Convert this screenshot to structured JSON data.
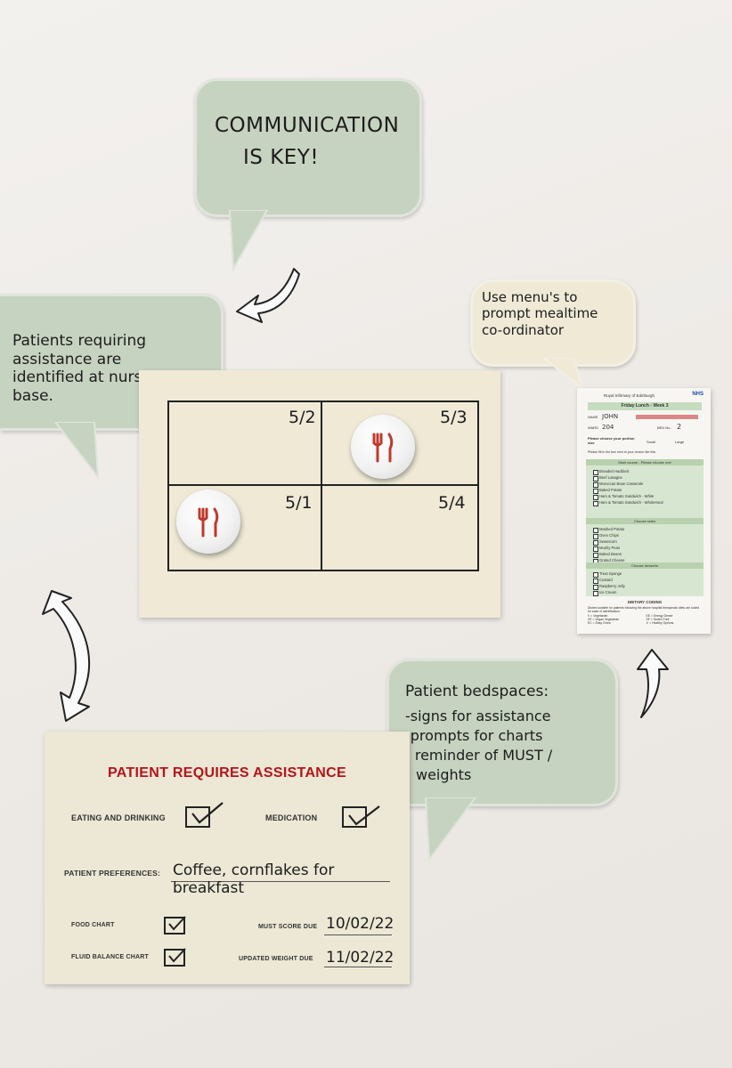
{
  "bubble_top": {
    "line1": "COMMUNICATION",
    "line2": "IS KEY!"
  },
  "bubble_left": {
    "text": "Patients requiring\nassistance are\nidentified at nurses\nbase."
  },
  "bubble_menu": {
    "text": "Use menu's to\nprompt mealtime\nco-ordinator"
  },
  "bubble_bedspace": {
    "title": "Patient bedspaces:",
    "items": [
      "-signs for assistance",
      "-prompts for charts",
      "- reminder of MUST /",
      "weights"
    ]
  },
  "bed_board": {
    "beds": [
      "5/2",
      "5/3",
      "5/1",
      "5/4"
    ]
  },
  "menu_card": {
    "header": "Royal Infirmary of Edinburgh",
    "logo": "NHS",
    "title": "Friday Lunch - Week 3",
    "name_label": "NAME",
    "name_value": "JOHN",
    "ward_label": "WARD",
    "ward_value": "204",
    "bed_label": "BED No.",
    "bed_value": "2",
    "portion_prompt": "Please choose your portion size",
    "portion_small": "Small",
    "portion_large": "Large",
    "tick_prompt": "Please fill in the box next to your choice like this",
    "section_main": "Main course - Please choose one",
    "main_items": [
      "Breaded Haddock",
      "Beef Lasagne",
      "Moroccan Bean Casserole",
      "Baked Potato",
      "Ham & Tomato Sandwich - White",
      "Ham & Tomato Sandwich - Wholemeal"
    ],
    "section_sides": "Choose sides",
    "side_items": [
      "Mashed Potato",
      "Oven Chips",
      "Sweetcorn",
      "Mushy Peas",
      "Baked Beans",
      "Grated Cheese"
    ],
    "section_desserts": "Choose desserts",
    "dessert_items": [
      "Treat Sponge",
      "Custard",
      "Raspberry Jelly",
      "Ice Cream"
    ],
    "dietary_title": "DIETARY CODING",
    "dietary_note": "Dishes suitable for patients following the above hospital therapeutic diets are coded for ease of identification.",
    "codes": [
      "V = Vegetarian",
      "VE = Vegan Vegetarian",
      "EC = Easy Chew",
      "EE = Energy Dense",
      "SF = Gluten Free",
      "✔ = Healthy Options"
    ]
  },
  "assist_card": {
    "title": "PATIENT REQUIRES ASSISTANCE",
    "eating_label": "EATING AND DRINKING",
    "medication_label": "MEDICATION",
    "preferences_label": "PATIENT PREFERENCES:",
    "preferences_value_line1": "Coffee, cornflakes for",
    "preferences_value_line2": "breakfast",
    "food_chart_label": "FOOD CHART",
    "fluid_chart_label": "FLUID BALANCE CHART",
    "must_label": "MUST SCORE DUE",
    "must_value": "10/02/22",
    "weight_label": "UPDATED WEIGHT DUE",
    "weight_value": "11/02/22"
  },
  "colors": {
    "bubble": "#c6d3c0",
    "card": "#efe9d6",
    "title_red": "#b3141c",
    "cutlery": "#c0392b"
  }
}
